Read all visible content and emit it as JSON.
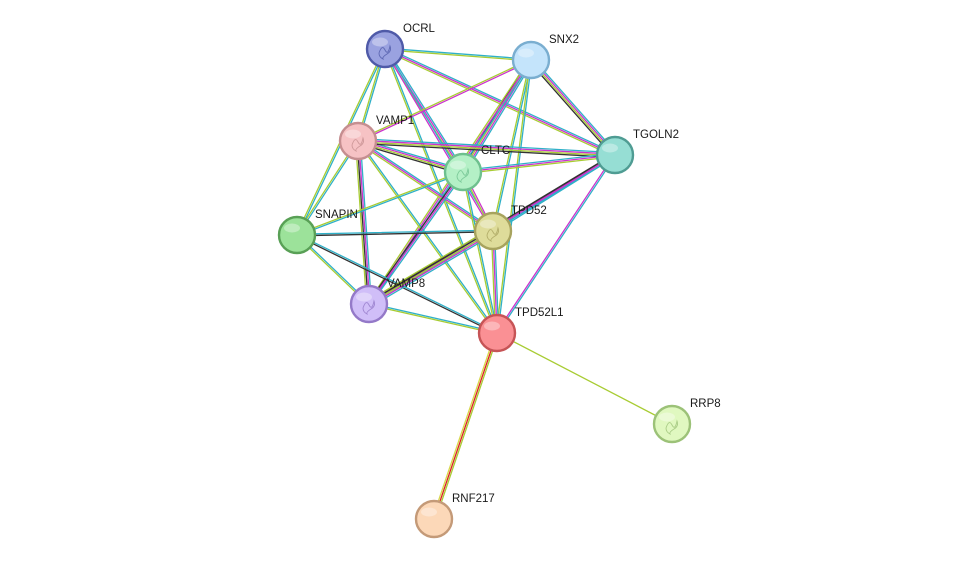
{
  "nodes": [
    {
      "id": "OCRL",
      "label": "OCRL",
      "fill": "#9aa2e0",
      "stroke": "#4f5aa8",
      "glyph": "structure"
    },
    {
      "id": "SNX2",
      "label": "SNX2",
      "fill": "#c4e4fb",
      "stroke": "#7aaed0",
      "glyph": "none"
    },
    {
      "id": "VAMP1",
      "label": "VAMP1",
      "fill": "#f6c2c4",
      "stroke": "#c58e90",
      "glyph": "structure"
    },
    {
      "id": "CLTC",
      "label": "CLTC",
      "fill": "#b4f0c6",
      "stroke": "#6ec08e",
      "glyph": "structure"
    },
    {
      "id": "TGOLN2",
      "label": "TGOLN2",
      "fill": "#96ded4",
      "stroke": "#4f9c93",
      "glyph": "none"
    },
    {
      "id": "SNAPIN",
      "label": "SNAPIN",
      "fill": "#9ce29a",
      "stroke": "#59a056",
      "glyph": "none"
    },
    {
      "id": "TPD52",
      "label": "TPD52",
      "fill": "#dedc9a",
      "stroke": "#a7a35e",
      "glyph": "structure"
    },
    {
      "id": "VAMP8",
      "label": "VAMP8",
      "fill": "#d0bef8",
      "stroke": "#9479c8",
      "glyph": "structure"
    },
    {
      "id": "TPD52L1",
      "label": "TPD52L1",
      "fill": "#fa9094",
      "stroke": "#c65456",
      "glyph": "none"
    },
    {
      "id": "RRP8",
      "label": "RRP8",
      "fill": "#e0f8c0",
      "stroke": "#9cc278",
      "glyph": "structure"
    },
    {
      "id": "RNF217",
      "label": "RNF217",
      "fill": "#fcd8b8",
      "stroke": "#c49a78",
      "glyph": "none"
    }
  ],
  "edge_colors": [
    "#2fb0c8",
    "#cc33cc",
    "#a8cc33",
    "#333333",
    "#dd2222",
    "#d8d84a"
  ],
  "edges": [
    {
      "from": "OCRL",
      "to": "SNX2",
      "colors": [
        "#2fb0c8",
        "#a8cc33"
      ]
    },
    {
      "from": "OCRL",
      "to": "VAMP1",
      "colors": [
        "#2fb0c8",
        "#a8cc33"
      ]
    },
    {
      "from": "OCRL",
      "to": "CLTC",
      "colors": [
        "#2fb0c8",
        "#cc33cc",
        "#a8cc33"
      ]
    },
    {
      "from": "OCRL",
      "to": "TGOLN2",
      "colors": [
        "#2fb0c8",
        "#cc33cc",
        "#a8cc33"
      ]
    },
    {
      "from": "OCRL",
      "to": "SNAPIN",
      "colors": [
        "#2fb0c8",
        "#a8cc33"
      ]
    },
    {
      "from": "OCRL",
      "to": "TPD52",
      "colors": [
        "#2fb0c8",
        "#cc33cc"
      ]
    },
    {
      "from": "OCRL",
      "to": "TPD52L1",
      "colors": [
        "#2fb0c8",
        "#a8cc33"
      ]
    },
    {
      "from": "SNX2",
      "to": "VAMP1",
      "colors": [
        "#cc33cc",
        "#a8cc33"
      ]
    },
    {
      "from": "SNX2",
      "to": "CLTC",
      "colors": [
        "#2fb0c8",
        "#cc33cc",
        "#a8cc33",
        "#333333"
      ]
    },
    {
      "from": "SNX2",
      "to": "TGOLN2",
      "colors": [
        "#2fb0c8",
        "#cc33cc",
        "#a8cc33",
        "#333333"
      ]
    },
    {
      "from": "SNX2",
      "to": "TPD52",
      "colors": [
        "#2fb0c8",
        "#a8cc33"
      ]
    },
    {
      "from": "SNX2",
      "to": "VAMP8",
      "colors": [
        "#2fb0c8",
        "#cc33cc",
        "#a8cc33"
      ]
    },
    {
      "from": "SNX2",
      "to": "TPD52L1",
      "colors": [
        "#2fb0c8",
        "#a8cc33"
      ]
    },
    {
      "from": "VAMP1",
      "to": "CLTC",
      "colors": [
        "#2fb0c8",
        "#cc33cc",
        "#a8cc33",
        "#333333"
      ]
    },
    {
      "from": "VAMP1",
      "to": "TGOLN2",
      "colors": [
        "#2fb0c8",
        "#cc33cc",
        "#a8cc33",
        "#333333"
      ]
    },
    {
      "from": "VAMP1",
      "to": "SNAPIN",
      "colors": [
        "#2fb0c8",
        "#a8cc33"
      ]
    },
    {
      "from": "VAMP1",
      "to": "TPD52",
      "colors": [
        "#2fb0c8",
        "#cc33cc",
        "#a8cc33"
      ]
    },
    {
      "from": "VAMP1",
      "to": "VAMP8",
      "colors": [
        "#2fb0c8",
        "#cc33cc",
        "#333333",
        "#a8cc33"
      ]
    },
    {
      "from": "VAMP1",
      "to": "TPD52L1",
      "colors": [
        "#2fb0c8",
        "#a8cc33"
      ]
    },
    {
      "from": "CLTC",
      "to": "TGOLN2",
      "colors": [
        "#2fb0c8",
        "#cc33cc",
        "#a8cc33"
      ]
    },
    {
      "from": "CLTC",
      "to": "SNAPIN",
      "colors": [
        "#2fb0c8",
        "#a8cc33"
      ]
    },
    {
      "from": "CLTC",
      "to": "TPD52",
      "colors": [
        "#cc33cc",
        "#a8cc33"
      ]
    },
    {
      "from": "CLTC",
      "to": "VAMP8",
      "colors": [
        "#2fb0c8",
        "#cc33cc",
        "#333333"
      ]
    },
    {
      "from": "CLTC",
      "to": "TPD52L1",
      "colors": [
        "#2fb0c8",
        "#a8cc33"
      ]
    },
    {
      "from": "TGOLN2",
      "to": "TPD52",
      "colors": [
        "#2fb0c8",
        "#cc33cc",
        "#333333"
      ]
    },
    {
      "from": "TGOLN2",
      "to": "VAMP8",
      "colors": [
        "#2fb0c8",
        "#cc33cc",
        "#333333"
      ]
    },
    {
      "from": "TGOLN2",
      "to": "TPD52L1",
      "colors": [
        "#2fb0c8",
        "#cc33cc"
      ]
    },
    {
      "from": "SNAPIN",
      "to": "TPD52",
      "colors": [
        "#2fb0c8",
        "#333333"
      ]
    },
    {
      "from": "SNAPIN",
      "to": "VAMP8",
      "colors": [
        "#2fb0c8",
        "#a8cc33"
      ]
    },
    {
      "from": "SNAPIN",
      "to": "TPD52L1",
      "colors": [
        "#2fb0c8",
        "#333333"
      ]
    },
    {
      "from": "TPD52",
      "to": "VAMP8",
      "colors": [
        "#2fb0c8",
        "#cc33cc",
        "#a8cc33",
        "#333333",
        "#a8cc33"
      ]
    },
    {
      "from": "TPD52",
      "to": "TPD52L1",
      "colors": [
        "#2fb0c8",
        "#cc33cc",
        "#a8cc33"
      ]
    },
    {
      "from": "VAMP8",
      "to": "TPD52L1",
      "colors": [
        "#2fb0c8",
        "#a8cc33"
      ]
    },
    {
      "from": "TPD52L1",
      "to": "RRP8",
      "colors": [
        "#a8cc33"
      ]
    },
    {
      "from": "TPD52L1",
      "to": "RNF217",
      "colors": [
        "#a8cc33",
        "#dd2222",
        "#d8d84a"
      ]
    }
  ]
}
